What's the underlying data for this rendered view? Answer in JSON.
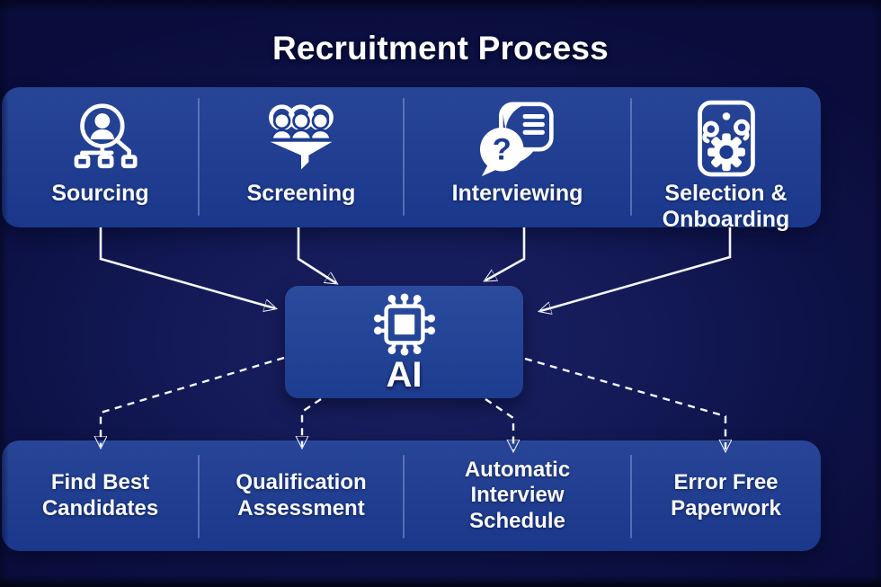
{
  "title": "Recruitment Process",
  "stages": {
    "items": [
      {
        "label": "Sourcing",
        "icon": "person-search-org-icon"
      },
      {
        "label": "Screening",
        "icon": "people-funnel-icon"
      },
      {
        "label": "Interviewing",
        "icon": "question-chat-icon"
      },
      {
        "label": "Selection & Onboarding",
        "icon": "card-gear-icon"
      }
    ]
  },
  "ai_node": {
    "label": "AI",
    "icon": "chip-icon"
  },
  "outcomes": {
    "items": [
      {
        "label": "Find Best Candidates"
      },
      {
        "label": "Qualification Assessment"
      },
      {
        "label": "Automatic Interview Schedule"
      },
      {
        "label": "Error Free Paperwork"
      }
    ]
  },
  "glyphs": {
    "question_mark": "?"
  },
  "colors": {
    "background": "#0e1349",
    "panel_blue": "#1c3b92",
    "ai_panel_blue": "#1f4198",
    "line_white": "#f5f7ff",
    "text_white": "#f8faff"
  },
  "connections": [
    {
      "from": "Sourcing",
      "to": "AI",
      "style": "solid"
    },
    {
      "from": "Screening",
      "to": "AI",
      "style": "solid"
    },
    {
      "from": "Interviewing",
      "to": "AI",
      "style": "solid"
    },
    {
      "from": "Selection & Onboarding",
      "to": "AI",
      "style": "solid"
    },
    {
      "from": "AI",
      "to": "Find Best Candidates",
      "style": "dashed"
    },
    {
      "from": "AI",
      "to": "Qualification Assessment",
      "style": "dashed"
    },
    {
      "from": "AI",
      "to": "Automatic Interview Schedule",
      "style": "dashed"
    },
    {
      "from": "AI",
      "to": "Error Free Paperwork",
      "style": "dashed"
    }
  ]
}
